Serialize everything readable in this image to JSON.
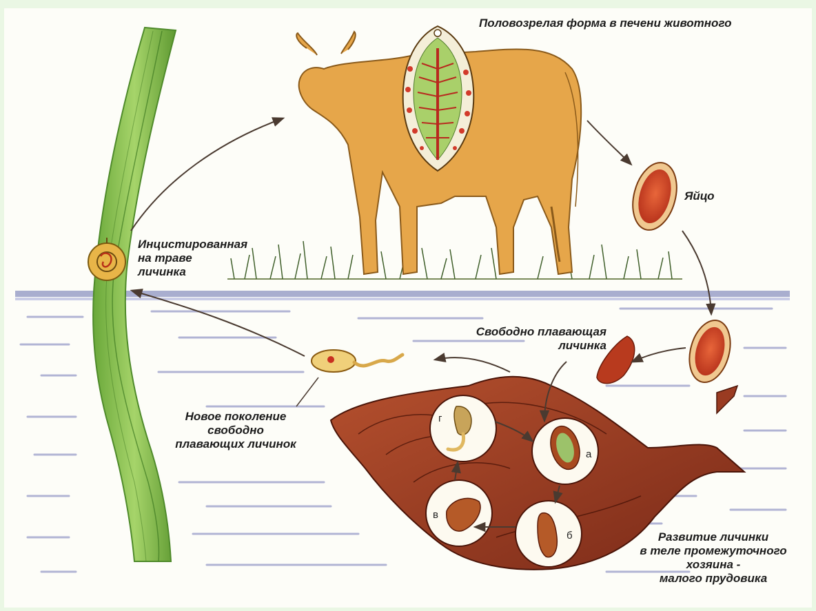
{
  "labels": {
    "adult_form": "Половозрелая форма в печени животного",
    "egg": "Яйцо",
    "encysted_larva": "Инцистированная\nна траве\nличинка",
    "free_larva": "Свободно плавающая\nличинка",
    "new_generation": "Новое поколение\nсвободно\nплавающих личинок",
    "host_development": "Развитие личинки\nв теле промежуточного\nхозяина -\nмалого прудовика"
  },
  "stages": {
    "a": "а",
    "b": "б",
    "v": "в",
    "g": "г"
  },
  "colors": {
    "background": "#eaf7e4",
    "water_line": "#9aa0c8",
    "cow": "#e6a64a",
    "grass_blade": "#8fc14a",
    "snail": "#9a3b22",
    "egg": "#c8401e",
    "arrow": "#4a3a30"
  }
}
